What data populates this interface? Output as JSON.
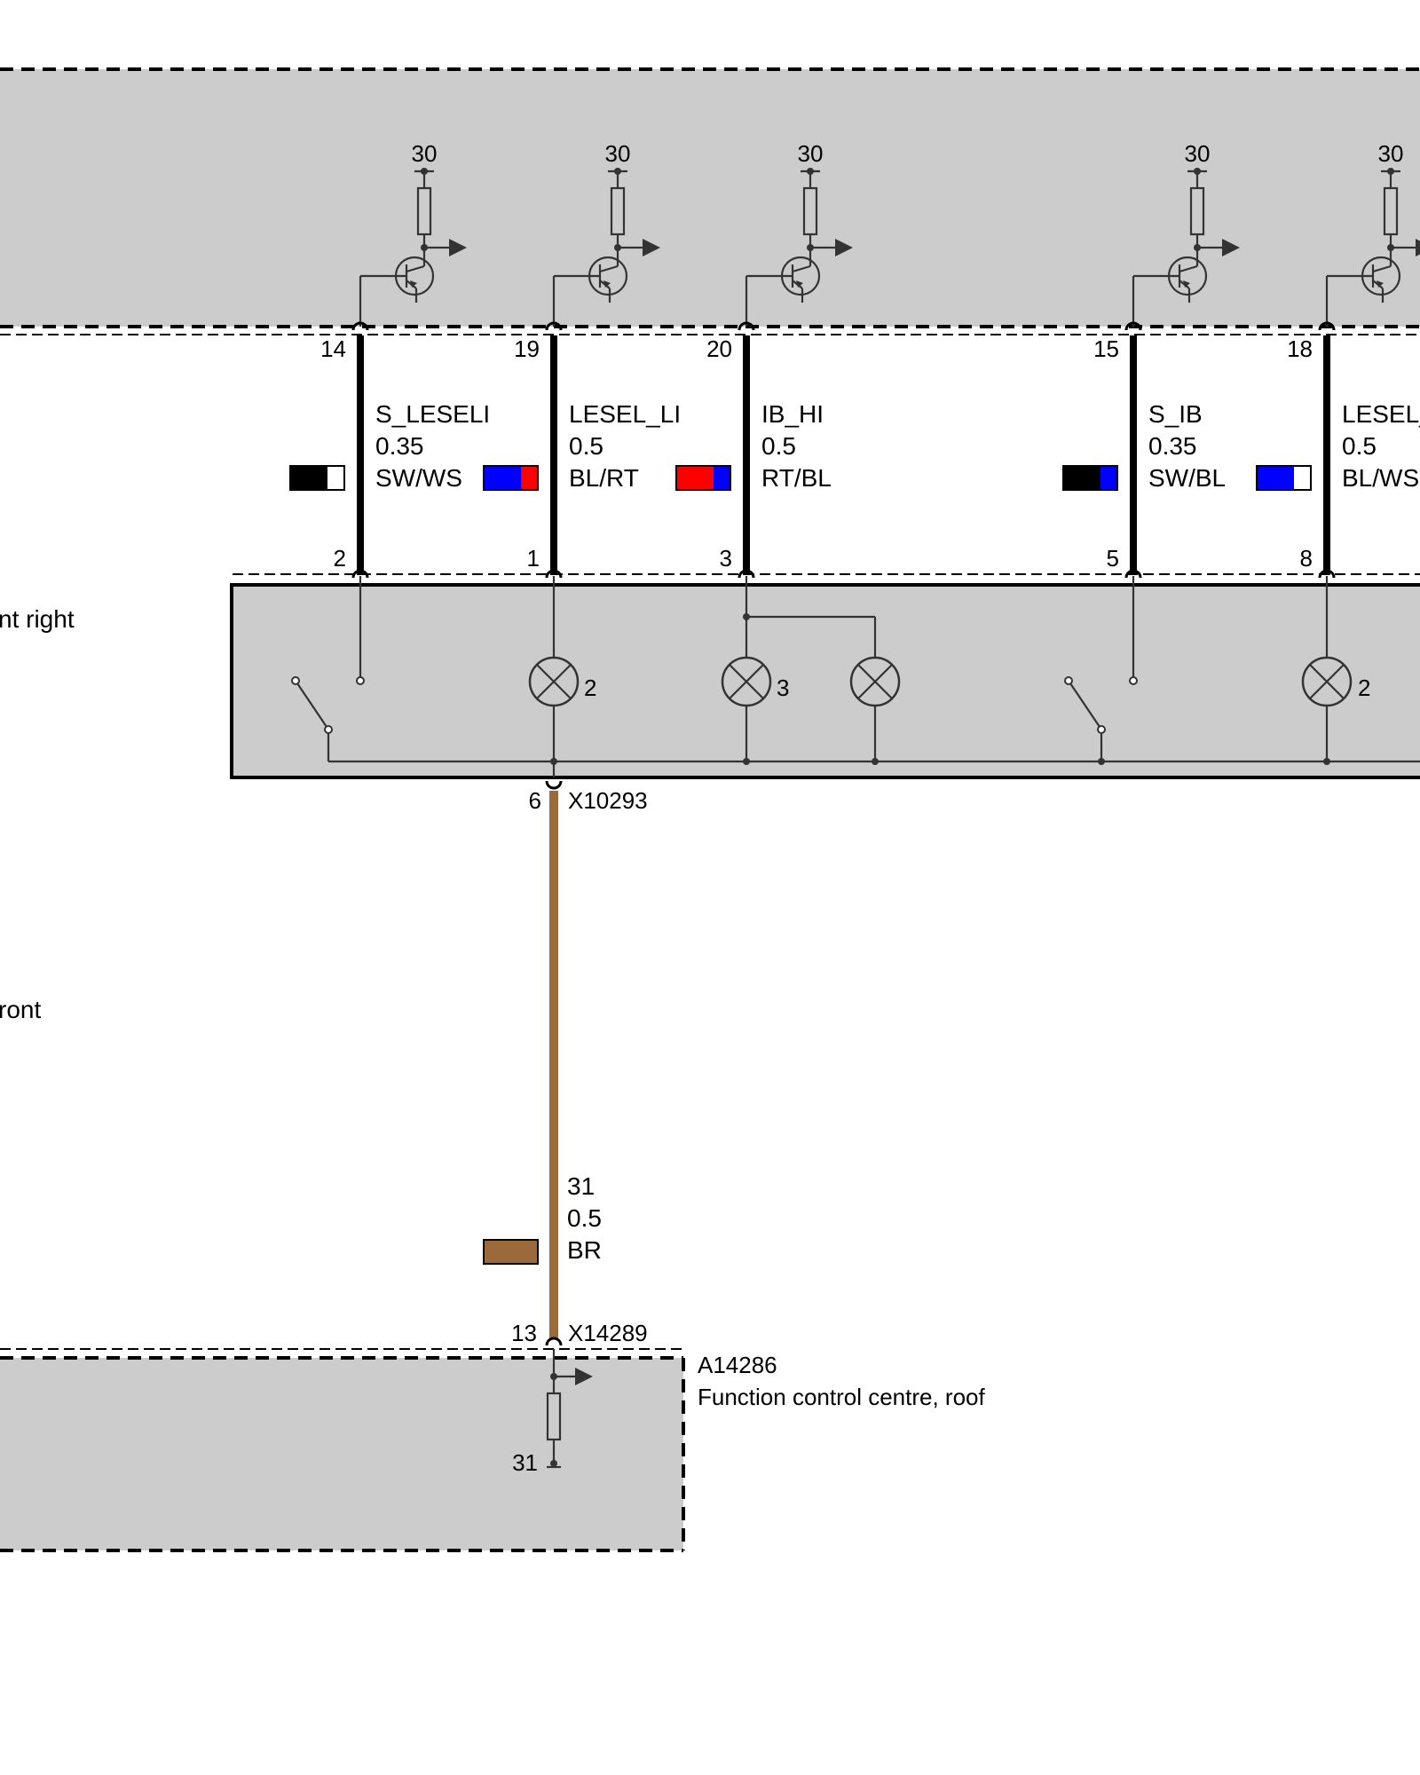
{
  "colors": {
    "module_fill": "#cccccc",
    "SW": "#000000",
    "WS": "#ffffff",
    "BL": "#0000ff",
    "RT": "#ff0000",
    "BR": "#9a6a3b"
  },
  "icons": {
    "transistor": "npn-transistor-icon",
    "lamp": "lamp-icon",
    "switch": "switch-icon",
    "resistor": "resistor-icon",
    "arrow": "signal-arrow-icon"
  },
  "top_module": {
    "channels": [
      {
        "supply": "30"
      },
      {
        "supply": "30"
      },
      {
        "supply": "30"
      },
      {
        "supply": "30"
      },
      {
        "supply": "30"
      }
    ]
  },
  "wires": [
    {
      "top_pin": "14",
      "bottom_pin": "2",
      "signal": "S_LESELI",
      "cross_section": "0.35",
      "color_code": "SW/WS",
      "colors": [
        "SW",
        "WS"
      ]
    },
    {
      "top_pin": "19",
      "bottom_pin": "1",
      "signal": "LESEL_LI",
      "cross_section": "0.5",
      "color_code": "BL/RT",
      "colors": [
        "BL",
        "RT"
      ]
    },
    {
      "top_pin": "20",
      "bottom_pin": "3",
      "signal": "IB_HI",
      "cross_section": "0.5",
      "color_code": "RT/BL",
      "colors": [
        "RT",
        "BL"
      ]
    },
    {
      "top_pin": "15",
      "bottom_pin": "5",
      "signal": "S_IB",
      "cross_section": "0.35",
      "color_code": "SW/BL",
      "colors": [
        "SW",
        "BL"
      ]
    },
    {
      "top_pin": "18",
      "bottom_pin": "8",
      "signal": "LESEL_",
      "cross_section": "0.5",
      "color_code": "BL/WS",
      "colors": [
        "BL",
        "WS"
      ]
    }
  ],
  "light_module": {
    "partial_label": "nt right",
    "lamp_counts": [
      "2",
      "3",
      "2"
    ],
    "ground_pin": "6",
    "connector": "X10293"
  },
  "side_label": "ront",
  "ground_wire": {
    "signal": "31",
    "cross_section": "0.5",
    "color_code": "BR",
    "colors": [
      "BR"
    ]
  },
  "roof_module": {
    "pin": "13",
    "connector": "X14289",
    "id": "A14286",
    "name": "Function control centre, roof",
    "ground": "31"
  }
}
